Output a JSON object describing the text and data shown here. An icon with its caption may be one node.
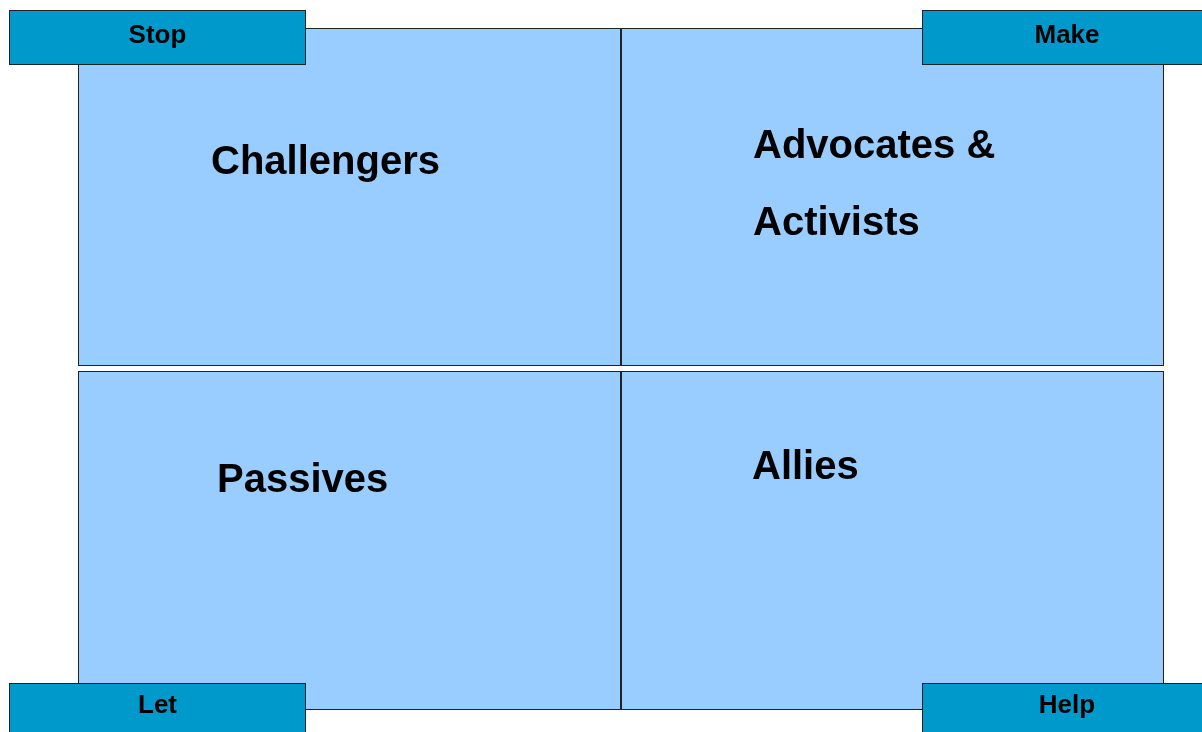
{
  "diagram": {
    "nodes": [
      {
        "text": [
          "Stop"
        ]
      },
      {
        "text": [
          "Make"
        ]
      },
      {
        "text": [
          "Challengers"
        ]
      },
      {
        "text": [
          "Advocates & Activists"
        ]
      },
      {
        "text": [
          "Passives"
        ]
      },
      {
        "text": [
          "Allies"
        ]
      },
      {
        "text": [
          "Let"
        ]
      },
      {
        "text": [
          "Help"
        ]
      }
    ]
  }
}
